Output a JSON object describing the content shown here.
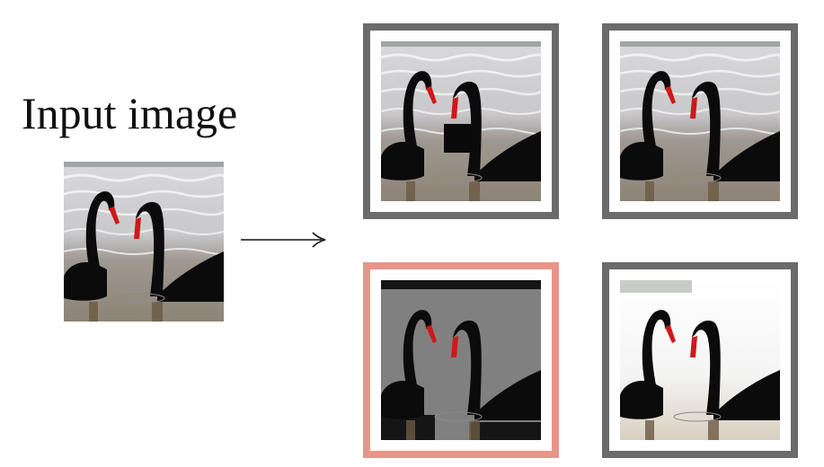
{
  "title": "Input image",
  "icons": {
    "arrow": "right-arrow-icon",
    "variants": [
      "swan-image-occluded",
      "swan-image-original",
      "swan-image-posterized",
      "swan-image-overexposed"
    ]
  },
  "colors": {
    "frame_default": "#6b6b6b",
    "frame_highlight": "#e8948a"
  },
  "variants": [
    {
      "kind": "occlusion",
      "highlighted": false
    },
    {
      "kind": "original",
      "highlighted": false
    },
    {
      "kind": "posterized",
      "highlighted": true
    },
    {
      "kind": "overexposed",
      "highlighted": false
    }
  ]
}
